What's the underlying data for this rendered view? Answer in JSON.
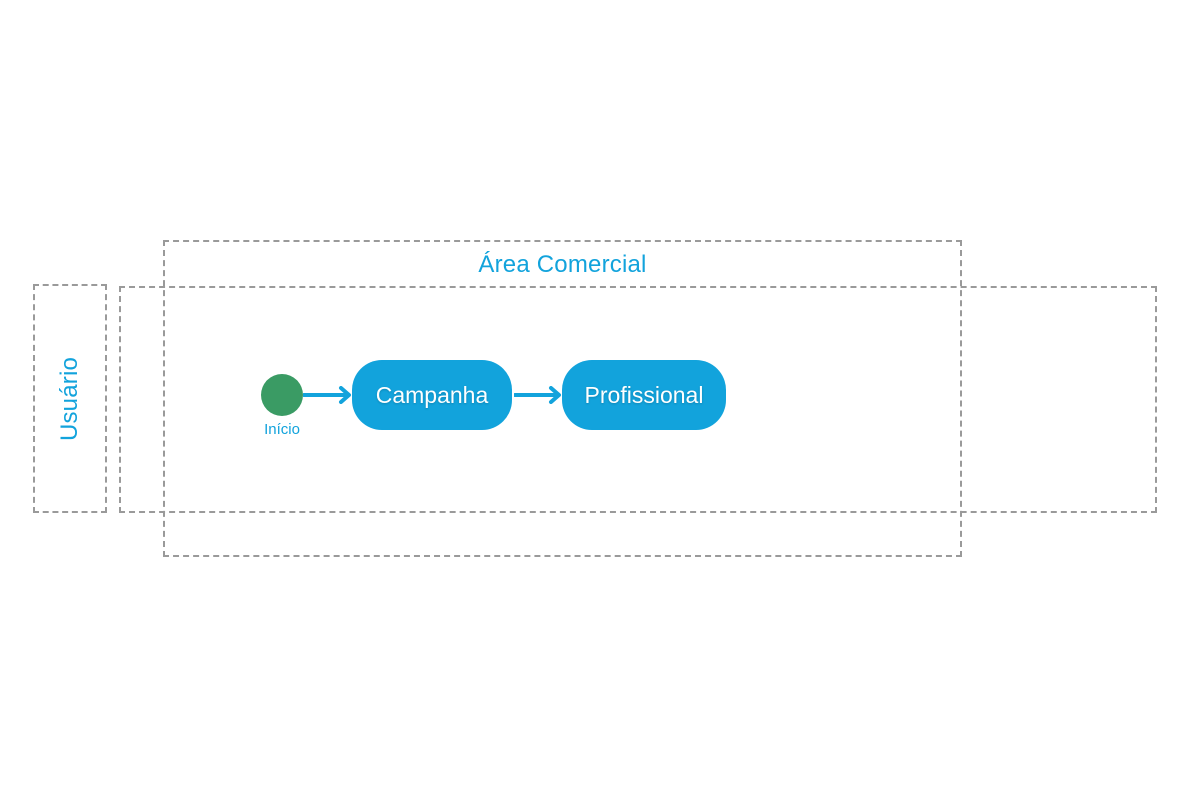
{
  "diagram": {
    "pool": {
      "title": "Área Comercial"
    },
    "lane": {
      "label": "Usuário"
    },
    "nodes": [
      {
        "id": "start",
        "type": "start-event",
        "label": "Início",
        "shape": "circle"
      },
      {
        "id": "campanha",
        "type": "task",
        "label": "Campanha",
        "shape": "rounded-rect"
      },
      {
        "id": "profissional",
        "type": "task",
        "label": "Profissional",
        "shape": "rounded-rect"
      }
    ],
    "edges": [
      {
        "from": "start",
        "to": "campanha",
        "style": "arrow"
      },
      {
        "from": "campanha",
        "to": "profissional",
        "style": "arrow"
      }
    ],
    "colors": {
      "accent": "#12A3DC",
      "green": "#3A9B64",
      "dash": "#9A9A9A",
      "tasktext": "#FFFFFF"
    }
  }
}
